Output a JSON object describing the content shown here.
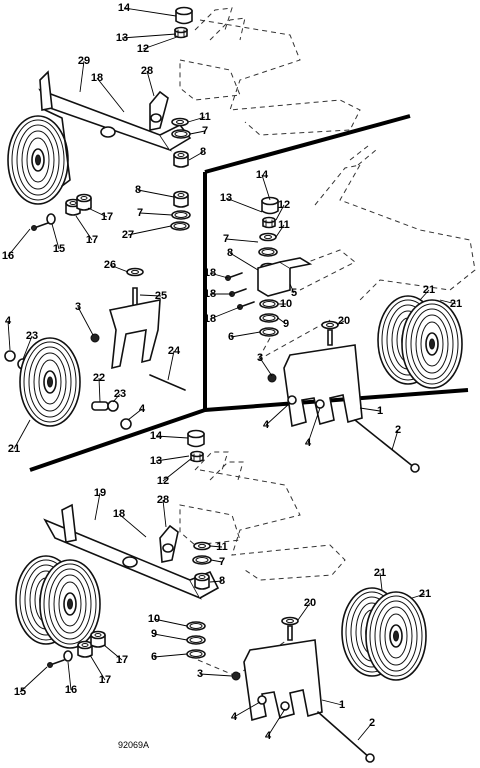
{
  "figure_number": "92069A",
  "callouts": [
    {
      "id": "c1",
      "text": "14"
    },
    {
      "id": "c2",
      "text": "13"
    },
    {
      "id": "c3",
      "text": "12"
    },
    {
      "id": "c4",
      "text": "29"
    },
    {
      "id": "c5",
      "text": "28"
    },
    {
      "id": "c6",
      "text": "18"
    },
    {
      "id": "c7",
      "text": "11"
    },
    {
      "id": "c8",
      "text": "7"
    },
    {
      "id": "c9",
      "text": "8"
    },
    {
      "id": "c10",
      "text": "8"
    },
    {
      "id": "c11",
      "text": "7"
    },
    {
      "id": "c12",
      "text": "17"
    },
    {
      "id": "c13",
      "text": "17"
    },
    {
      "id": "c14",
      "text": "27"
    },
    {
      "id": "c15",
      "text": "16"
    },
    {
      "id": "c16",
      "text": "15"
    },
    {
      "id": "c17",
      "text": "26"
    },
    {
      "id": "c18",
      "text": "25"
    },
    {
      "id": "c19",
      "text": "3"
    },
    {
      "id": "c20",
      "text": "4"
    },
    {
      "id": "c21",
      "text": "23"
    },
    {
      "id": "c22",
      "text": "24"
    },
    {
      "id": "c23",
      "text": "22"
    },
    {
      "id": "c24",
      "text": "23"
    },
    {
      "id": "c25",
      "text": "4"
    },
    {
      "id": "c26",
      "text": "21"
    },
    {
      "id": "c27",
      "text": "14"
    },
    {
      "id": "c28",
      "text": "13"
    },
    {
      "id": "c29",
      "text": "12"
    },
    {
      "id": "c30",
      "text": "11"
    },
    {
      "id": "c31",
      "text": "7"
    },
    {
      "id": "c32",
      "text": "8"
    },
    {
      "id": "c33",
      "text": "18"
    },
    {
      "id": "c34",
      "text": "18"
    },
    {
      "id": "c35",
      "text": "18"
    },
    {
      "id": "c36",
      "text": "5"
    },
    {
      "id": "c37",
      "text": "10"
    },
    {
      "id": "c38",
      "text": "9"
    },
    {
      "id": "c39",
      "text": "6"
    },
    {
      "id": "c40",
      "text": "21"
    },
    {
      "id": "c41",
      "text": "21"
    },
    {
      "id": "c42",
      "text": "20"
    },
    {
      "id": "c43",
      "text": "3"
    },
    {
      "id": "c44",
      "text": "1"
    },
    {
      "id": "c45",
      "text": "4"
    },
    {
      "id": "c46",
      "text": "4"
    },
    {
      "id": "c47",
      "text": "2"
    },
    {
      "id": "c48",
      "text": "14"
    },
    {
      "id": "c49",
      "text": "13"
    },
    {
      "id": "c50",
      "text": "12"
    },
    {
      "id": "c51",
      "text": "19"
    },
    {
      "id": "c52",
      "text": "18"
    },
    {
      "id": "c53",
      "text": "28"
    },
    {
      "id": "c54",
      "text": "11"
    },
    {
      "id": "c55",
      "text": "7"
    },
    {
      "id": "c56",
      "text": "8"
    },
    {
      "id": "c57",
      "text": "10"
    },
    {
      "id": "c58",
      "text": "9"
    },
    {
      "id": "c59",
      "text": "6"
    },
    {
      "id": "c60",
      "text": "17"
    },
    {
      "id": "c61",
      "text": "17"
    },
    {
      "id": "c62",
      "text": "16"
    },
    {
      "id": "c63",
      "text": "15"
    },
    {
      "id": "c64",
      "text": "20"
    },
    {
      "id": "c65",
      "text": "21"
    },
    {
      "id": "c66",
      "text": "21"
    },
    {
      "id": "c67",
      "text": "3"
    },
    {
      "id": "c68",
      "text": "1"
    },
    {
      "id": "c69",
      "text": "4"
    },
    {
      "id": "c70",
      "text": "4"
    },
    {
      "id": "c71",
      "text": "2"
    }
  ]
}
